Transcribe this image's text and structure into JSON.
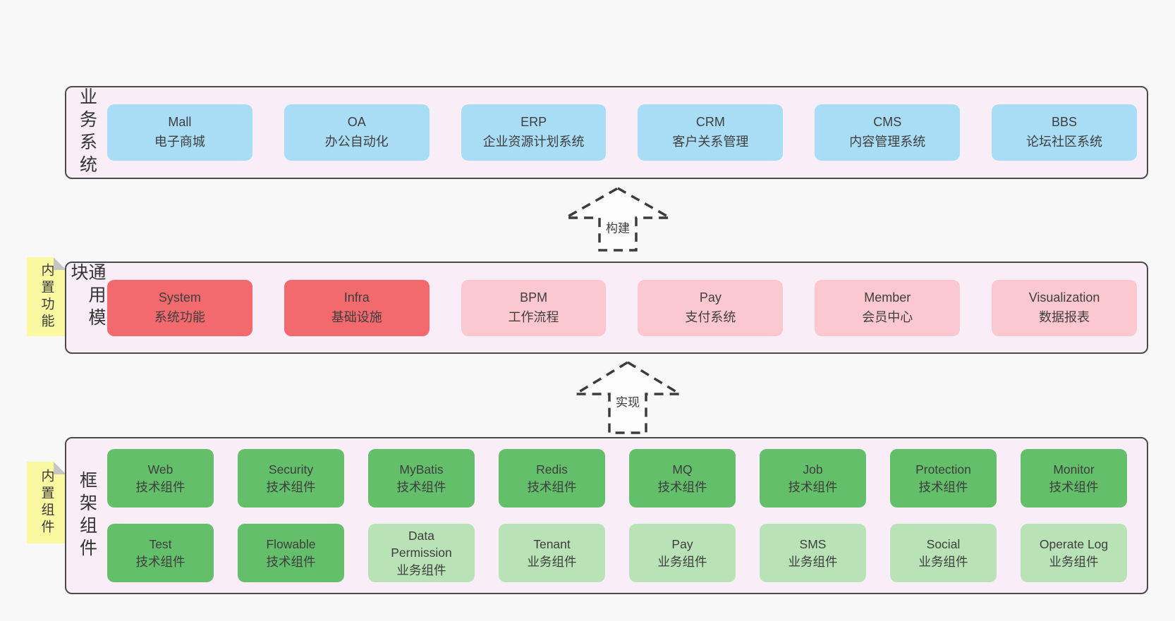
{
  "colors": {
    "page-bg": "#f8f8f8",
    "panel-bg": "#f9eef7",
    "panel-border": "#4a4a4a",
    "blue": "#a9ddf6",
    "red": "#f2696e",
    "pink": "#fbc8d0",
    "green": "#63bf69",
    "lightgreen": "#b9e3b7",
    "sticky": "#fbf8a2",
    "sticky-fold": "#c5c5c5",
    "ink": "#3e3e3e",
    "arrow-fill": "#fdfdfd",
    "arrow-stroke": "#3c3c3c"
  },
  "arrows": [
    {
      "label": "构建"
    },
    {
      "label": "实现"
    }
  ],
  "stickies": [
    {
      "label": "内置功能"
    },
    {
      "label": "内置组件"
    }
  ],
  "layers": [
    {
      "label": "业务系统",
      "boxes": [
        {
          "name": "Mall",
          "desc": "电子商城"
        },
        {
          "name": "OA",
          "desc": "办公自动化"
        },
        {
          "name": "ERP",
          "desc": "企业资源计划系统"
        },
        {
          "name": "CRM",
          "desc": "客户关系管理"
        },
        {
          "name": "CMS",
          "desc": "内容管理系统"
        },
        {
          "name": "BBS",
          "desc": "论坛社区系统"
        }
      ]
    },
    {
      "label": "通用模块",
      "boxes": [
        {
          "name": "System",
          "desc": "系统功能"
        },
        {
          "name": "Infra",
          "desc": "基础设施"
        },
        {
          "name": "BPM",
          "desc": "工作流程"
        },
        {
          "name": "Pay",
          "desc": "支付系统"
        },
        {
          "name": "Member",
          "desc": "会员中心"
        },
        {
          "name": "Visualization",
          "desc": "数据报表"
        }
      ]
    },
    {
      "label": "框架组件",
      "row1": [
        {
          "name": "Web",
          "desc": "技术组件"
        },
        {
          "name": "Security",
          "desc": "技术组件"
        },
        {
          "name": "MyBatis",
          "desc": "技术组件"
        },
        {
          "name": "Redis",
          "desc": "技术组件"
        },
        {
          "name": "MQ",
          "desc": "技术组件"
        },
        {
          "name": "Job",
          "desc": "技术组件"
        },
        {
          "name": "Protection",
          "desc": "技术组件"
        },
        {
          "name": "Monitor",
          "desc": "技术组件"
        }
      ],
      "row2": [
        {
          "name": "Test",
          "desc": "技术组件"
        },
        {
          "name": "Flowable",
          "desc": "技术组件"
        },
        {
          "name": "Data Permission",
          "desc": "业务组件"
        },
        {
          "name": "Tenant",
          "desc": "业务组件"
        },
        {
          "name": "Pay",
          "desc": "业务组件"
        },
        {
          "name": "SMS",
          "desc": "业务组件"
        },
        {
          "name": "Social",
          "desc": "业务组件"
        },
        {
          "name": "Operate Log",
          "desc": "业务组件"
        }
      ]
    }
  ]
}
